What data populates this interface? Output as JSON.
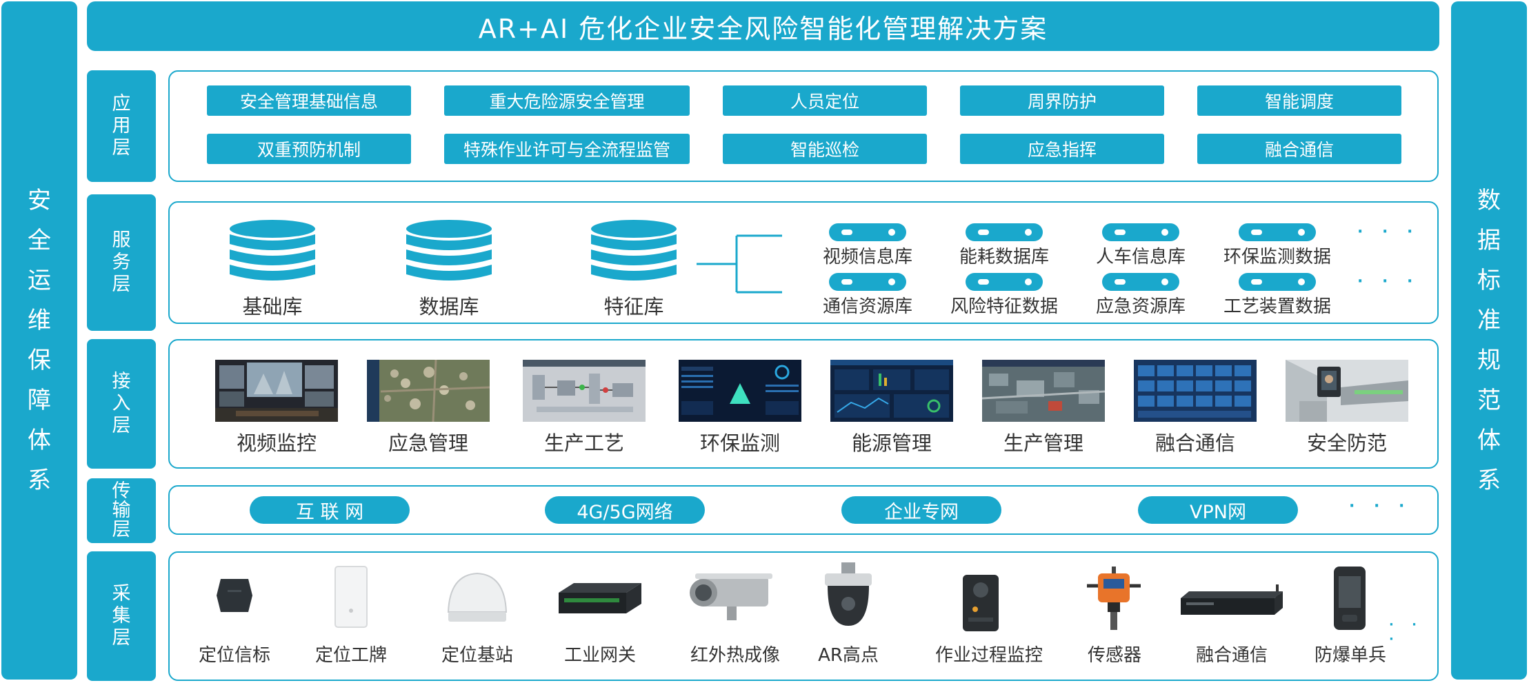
{
  "title": "AR+AI 危化企业安全风险智能化管理解决方案",
  "left_bar": [
    "安",
    "全",
    "运",
    "维",
    "保",
    "障",
    "体",
    "系"
  ],
  "right_bar": [
    "数",
    "据",
    "标",
    "准",
    "规",
    "范",
    "体",
    "系"
  ],
  "layers": {
    "app": [
      "应",
      "用",
      "层"
    ],
    "service": [
      "服",
      "务",
      "层"
    ],
    "access": [
      "接",
      "入",
      "层"
    ],
    "transport": [
      "传",
      "输",
      "层"
    ],
    "collect": [
      "采",
      "集",
      "层"
    ]
  },
  "app_items": [
    "安全管理基础信息",
    "重大危险源安全管理",
    "人员定位",
    "周界防护",
    "智能调度",
    "双重预防机制",
    "特殊作业许可与全流程监管",
    "智能巡检",
    "应急指挥",
    "融合通信"
  ],
  "databases": [
    "基础库",
    "数据库",
    "特征库"
  ],
  "services_row1": [
    "视频信息库",
    "能耗数据库",
    "人车信息库",
    "环保监测数据"
  ],
  "services_row2": [
    "通信资源库",
    "风险特征数据",
    "应急资源库",
    "工艺装置数据"
  ],
  "ellipsis": "· · ·",
  "access_items": [
    "视频监控",
    "应急管理",
    "生产工艺",
    "环保监测",
    "能源管理",
    "生产管理",
    "融合通信",
    "安全防范"
  ],
  "transport_items": [
    "互 联 网",
    "4G/5G网络",
    "企业专网",
    "VPN网"
  ],
  "collect_items": [
    "定位信标",
    "定位工牌",
    "定位基站",
    "工业网关",
    "红外热成像",
    "AR高点",
    "作业过程监控",
    "传感器",
    "融合通信",
    "防爆单兵"
  ],
  "colors": {
    "accent": "#1aa8cc"
  }
}
